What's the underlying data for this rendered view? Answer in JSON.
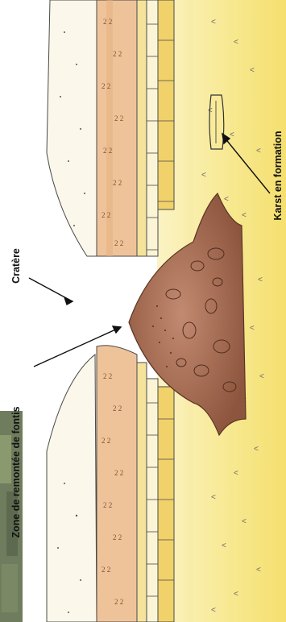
{
  "labels": {
    "zone_remontee": "Zone de remontée de fontis",
    "cratere": "Cratère",
    "karst": "Karst en formation"
  },
  "colors": {
    "limestone_yellow": "#f6e27a",
    "sandstone": "#f3ddc2",
    "clay_orange": "#e7b07e",
    "marl_yellow": "#f1d16a",
    "collapse_mass": "#a56b52",
    "outline": "#4a4a4a"
  }
}
